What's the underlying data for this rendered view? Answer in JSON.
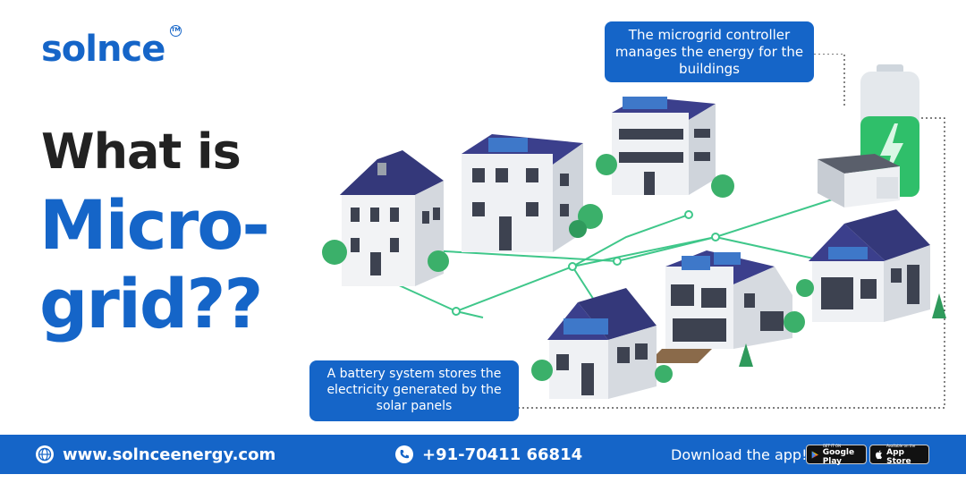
{
  "brand": {
    "logo_text": "solnce",
    "trademark": "TM"
  },
  "headline": {
    "line1": "What is",
    "line2": "Micro-",
    "line3": "grid??"
  },
  "callouts": {
    "top": "The microgrid controller manages the energy for the buildings",
    "bottom": "A battery system stores the electricity generated by the solar panels"
  },
  "footer": {
    "website": "www.solnceenergy.com",
    "phone": "+91-70411 66814",
    "download_label": "Download the app!",
    "google_play": {
      "small": "GET IT ON",
      "big": "Google Play"
    },
    "app_store": {
      "small": "Available on the",
      "big": "App Store"
    }
  },
  "icons": [
    "globe-icon",
    "phone-icon",
    "google-play-icon",
    "apple-icon",
    "lightning-icon"
  ],
  "colors": {
    "brand_blue": "#1565c8",
    "headline_dark": "#222222",
    "grid_line": "#3fc78a",
    "battery_green": "#2fbf6a",
    "roof": "#3b3f8c"
  }
}
